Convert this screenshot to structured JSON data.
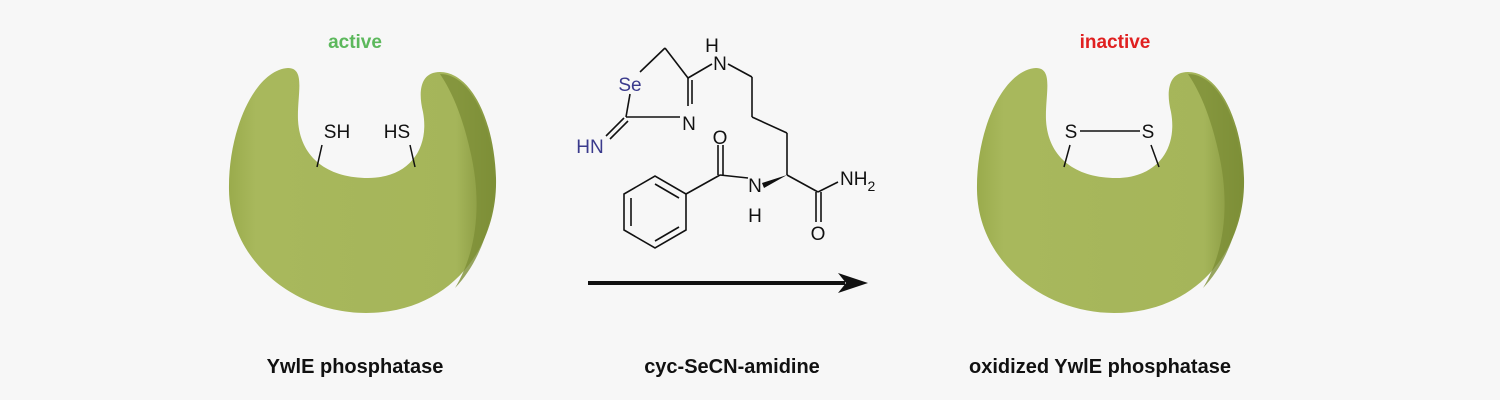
{
  "colors": {
    "enzyme": "#a5b55a",
    "enzyme_dark": "#7d8f37",
    "active": "#5cb85c",
    "inactive": "#e02020",
    "selenium_ring": "#3a3a8c",
    "bond": "#111111"
  },
  "left": {
    "state": "active",
    "thiol_left": "SH",
    "thiol_right": "HS",
    "caption": "YwlE phosphatase"
  },
  "middle": {
    "caption": "cyc-SeCN-amidine",
    "atoms": {
      "se": "Se",
      "imine": "HN",
      "ring_n": "N",
      "amine_h": "H",
      "amine_n": "N",
      "amide_n": "N",
      "amide_h": "H",
      "o1": "O",
      "o2": "O",
      "nh2": "NH",
      "nh2_sub": "2"
    }
  },
  "right": {
    "state": "inactive",
    "sulfur_left": "S",
    "sulfur_right": "S",
    "caption": "oxidized YwlE phosphatase"
  }
}
